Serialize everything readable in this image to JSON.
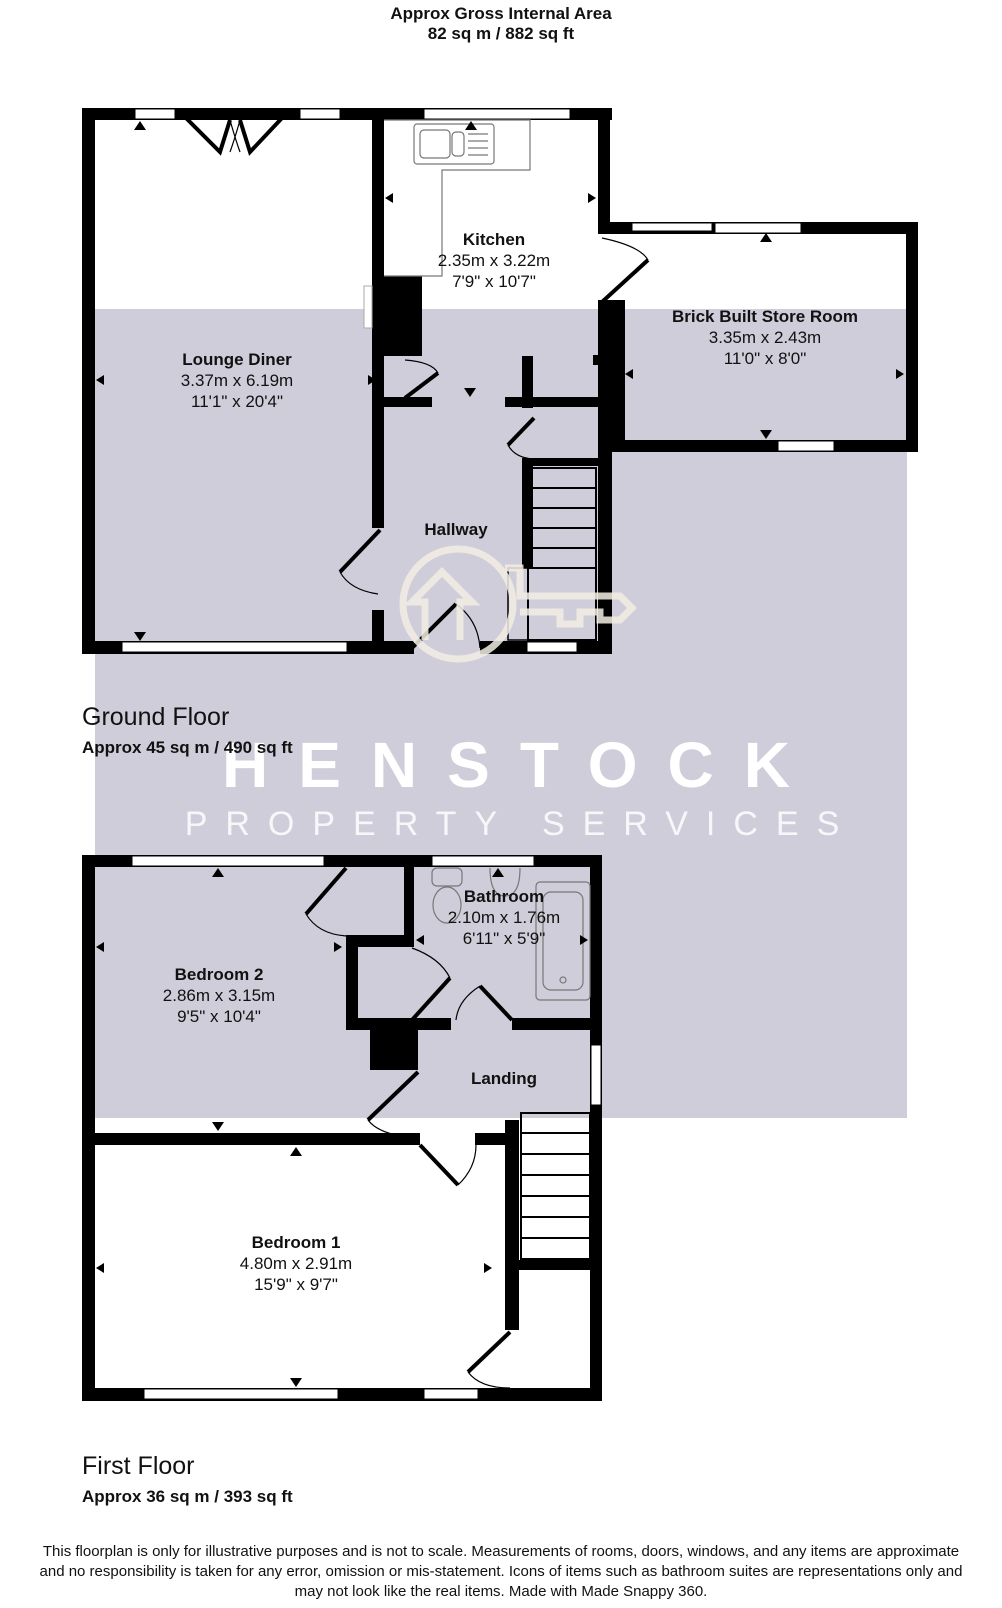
{
  "header": {
    "title_line1": "Approx Gross Internal Area",
    "title_line2": "82 sq m / 882 sq ft"
  },
  "floors": [
    {
      "title": "Ground Floor",
      "area": "Approx 45 sq m / 490 sq ft",
      "rooms": [
        {
          "name": "Lounge Diner",
          "metric": "3.37m x 6.19m",
          "imperial": "11'1\" x 20'4\""
        },
        {
          "name": "Kitchen",
          "metric": "2.35m x 3.22m",
          "imperial": "7'9\" x 10'7\""
        },
        {
          "name": "Brick Built Store Room",
          "metric": "3.35m x 2.43m",
          "imperial": "11'0\" x 8'0\""
        },
        {
          "name": "Hallway"
        }
      ]
    },
    {
      "title": "First Floor",
      "area": "Approx 36 sq m / 393 sq ft",
      "rooms": [
        {
          "name": "Bedroom 2",
          "metric": "2.86m x 3.15m",
          "imperial": "9'5\" x 10'4\""
        },
        {
          "name": "Bathroom",
          "metric": "2.10m x 1.76m",
          "imperial": "6'11\" x 5'9\""
        },
        {
          "name": "Landing"
        },
        {
          "name": "Bedroom 1",
          "metric": "4.80m x 2.91m",
          "imperial": "15'9\" x 9'7\""
        }
      ]
    }
  ],
  "watermark": {
    "brand": "HENSTOCK",
    "tagline": "PROPERTY SERVICES",
    "icon": "house-key-logo-icon"
  },
  "footer": {
    "disclaimer_line1": "This floorplan is only for illustrative purposes and is not to scale. Measurements of rooms, doors, windows, and any items are approximate",
    "disclaimer_line2": "and no responsibility is taken for any error, omission or mis-statement. Icons of items such as bathroom suites are representations only and",
    "disclaimer_line3": "may not look like the real items. Made with Made Snappy 360."
  },
  "colors": {
    "wall": "#000000",
    "overlay": "#cfcdd9",
    "watermark_logo": "#f3efe4",
    "watermark_text": "#ffffff"
  }
}
